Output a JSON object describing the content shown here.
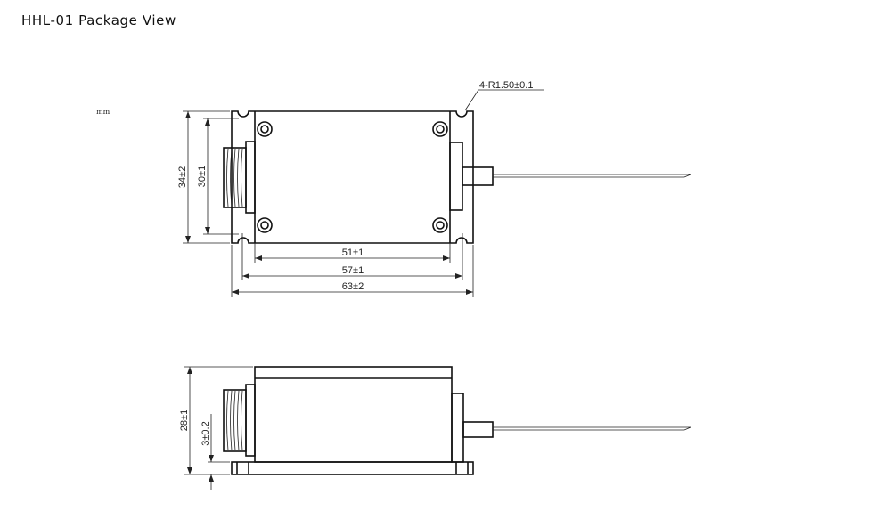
{
  "title": "HHL-01 Package View",
  "unit": "mm",
  "top_view": {
    "corner_note": "4-R1.50±0.1",
    "height_outer": "34±2",
    "height_inner": "30±1",
    "width_body": "51±1",
    "width_holes": "57±1",
    "width_outer": "63±2"
  },
  "side_view": {
    "height_total": "28±1",
    "base_thickness": "3±0.2"
  }
}
